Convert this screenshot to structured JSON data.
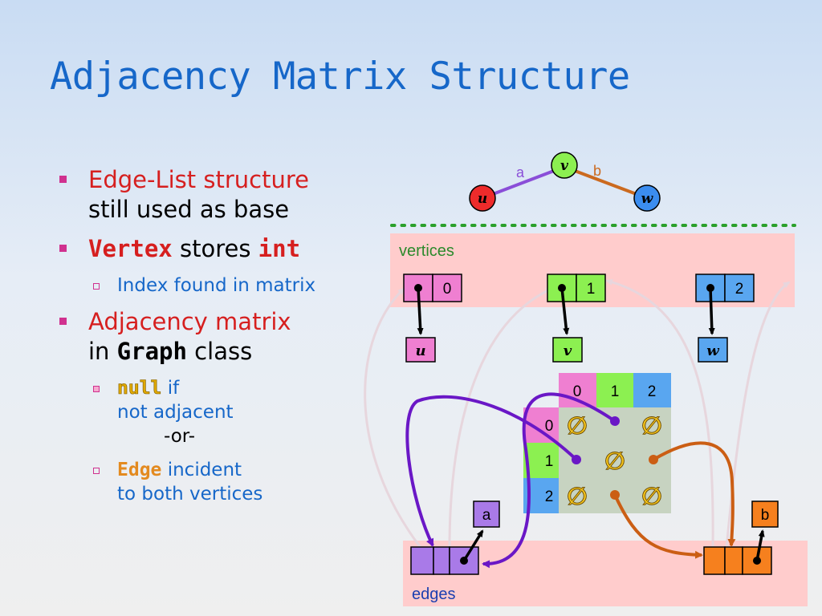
{
  "title": "Adjacency Matrix Structure",
  "bullets": {
    "b1_line1": "Edge-List structure",
    "b1_line2": "still used as base",
    "b2_code1": "Vertex",
    "b2_mid": " stores ",
    "b2_code2": "int",
    "b2_sub": "Index found in matrix",
    "b3_line1": "Adjacency matrix",
    "b3_in": "in ",
    "b3_code": "Graph",
    "b3_tail": " class",
    "sub_null_code": "null",
    "sub_null_tail": " if",
    "sub_null_line2": "not adjacent",
    "sub_or": "-or-",
    "sub_edge_code": "Edge",
    "sub_edge_tail": " incident",
    "sub_edge_line2": "to both vertices"
  },
  "graph": {
    "u": "u",
    "v": "v",
    "w": "w",
    "edge_a": "a",
    "edge_b": "b"
  },
  "vertices_label": "vertices",
  "vertex_indices": [
    "0",
    "1",
    "2"
  ],
  "vertex_names": [
    "u",
    "v",
    "w"
  ],
  "matrix": {
    "headers": [
      "0",
      "1",
      "2"
    ],
    "empty_symbol": "∅"
  },
  "edge_names": [
    "a",
    "b"
  ],
  "edges_label": "edges",
  "colors": {
    "u": "#ef7fd1",
    "v": "#8cf051",
    "w": "#59a6f0",
    "a": "#a97ae8",
    "b": "#f6801e",
    "aLine": "#6a17c6",
    "bLine": "#cb5e14"
  }
}
